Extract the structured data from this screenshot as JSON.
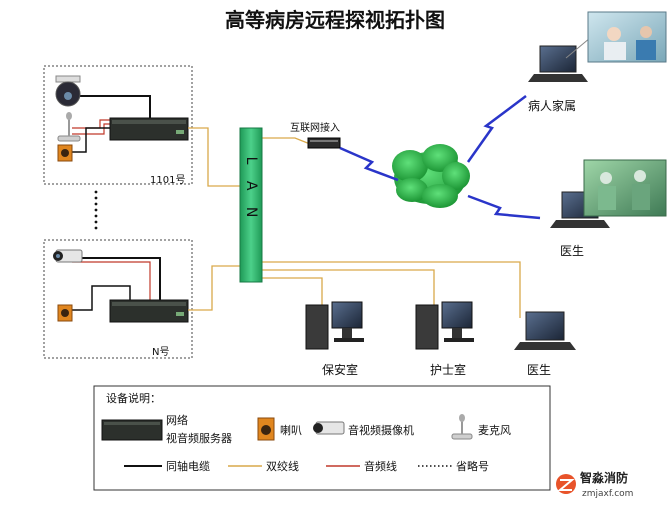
{
  "title": "高等病房远程探视拓扑图",
  "labels": {
    "room_1101": "1101号",
    "room_n": "N号",
    "lan": "L A N",
    "internet_access": "互联网接入",
    "family": "病人家属",
    "doctor_remote": "医生",
    "security": "保安室",
    "nurse": "护士室",
    "doctor_local": "医生"
  },
  "legend": {
    "heading": "设备说明：",
    "server_line1": "网络",
    "server_line2": "视音频服务器",
    "speaker": "喇叭",
    "camera": "音视频摄像机",
    "mic": "麦克风",
    "coax": "同轴电缆",
    "twisted": "双绞线",
    "audio": "音频线",
    "ellipsis": "省略号"
  },
  "watermark": {
    "name": "智淼消防",
    "url": "zmjaxf.com"
  },
  "colors": {
    "lan_green": "#2fb36a",
    "twisted_pair": "#d9a94a",
    "audio_line": "#c0392b",
    "coax": "#111111",
    "link_blue": "#2a35c9",
    "cloud": "#1faa3a"
  }
}
